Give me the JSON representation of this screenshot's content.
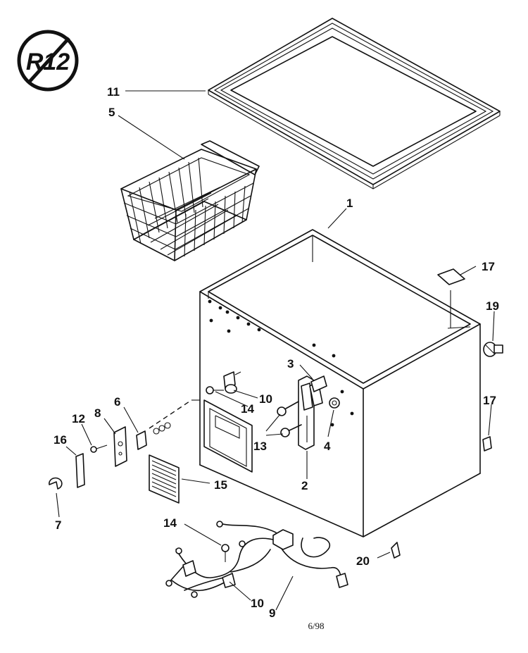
{
  "badge": {
    "text": "R12"
  },
  "footer": {
    "date": "6/98"
  },
  "callouts": {
    "c1": "1",
    "c2": "2",
    "c3": "3",
    "c4": "4",
    "c5": "5",
    "c6": "6",
    "c7": "7",
    "c8": "8",
    "c9": "9",
    "c10a": "10",
    "c10b": "10",
    "c11": "11",
    "c12": "12",
    "c13": "13",
    "c14a": "14",
    "c14b": "14",
    "c15": "15",
    "c16": "16",
    "c17a": "17",
    "c17b": "17",
    "c19": "19",
    "c20": "20"
  }
}
